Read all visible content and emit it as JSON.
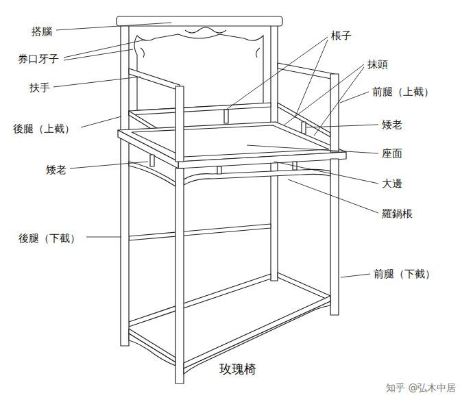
{
  "diagram": {
    "caption": "玫瑰椅",
    "labels": [
      "搭腦",
      "券口牙子",
      "扶手",
      "後腿（上截）",
      "矮老",
      "後腿（下截）",
      "棖子",
      "抹頭",
      "前腿（上截）",
      "矮老",
      "座面",
      "大邊",
      "羅鍋棖",
      "前腿（下截）",
      "知乎 @弘木中居"
    ]
  }
}
